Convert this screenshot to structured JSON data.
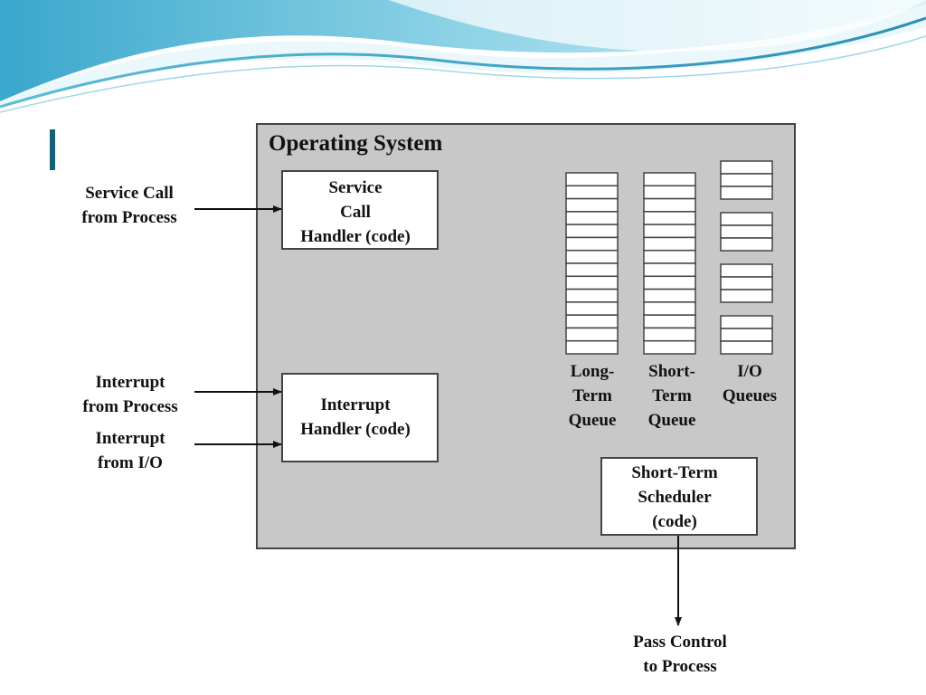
{
  "diagram": {
    "os_title": "Operating System",
    "service_call_source": "Service Call\nfrom Process",
    "interrupt_process_source": "Interrupt\nfrom Process",
    "interrupt_io_source": "Interrupt\nfrom I/O",
    "service_call_handler": "Service\nCall\nHandler (code)",
    "interrupt_handler": "Interrupt\nHandler (code)",
    "long_term_queue": "Long-\nTerm\nQueue",
    "short_term_queue": "Short-\nTerm\nQueue",
    "io_queues": "I/O\nQueues",
    "short_term_scheduler": "Short-Term\nScheduler\n(code)",
    "pass_control": "Pass Control\nto Process"
  },
  "colors": {
    "os_box_fill": "#c8c8c8",
    "box_stroke": "#444444",
    "banner_light": "#d3eef7",
    "banner_mid": "#6ec3db",
    "banner_dark": "#2f92b5",
    "title_accent": "#17607a"
  }
}
